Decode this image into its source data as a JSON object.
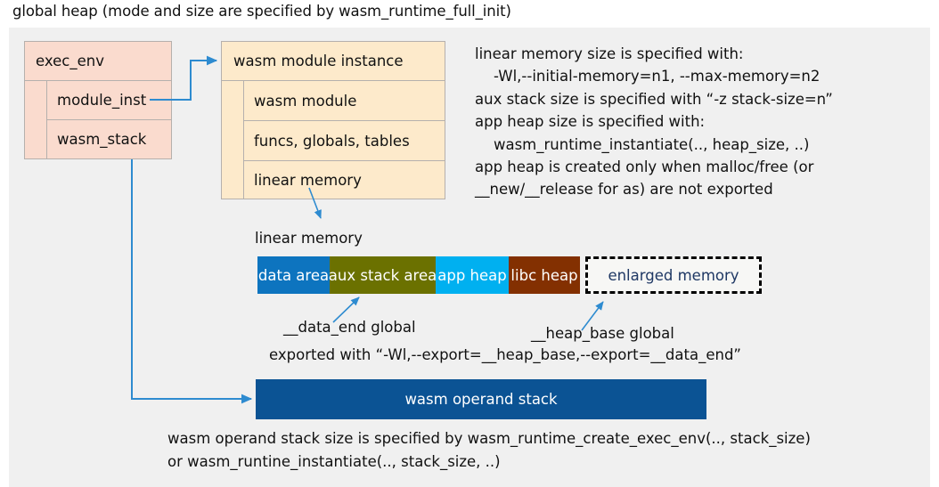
{
  "title": "global heap (mode and size are specified by wasm_runtime_full_init)",
  "colors": {
    "panel_bg": "#f0f0f0",
    "exec_env_fill": "#fadbce",
    "module_instance_fill": "#fdeacb",
    "data_area": "#0d74bf",
    "aux_stack_area": "#6b7100",
    "app_heap": "#00b0f0",
    "libc_heap": "#833001",
    "enlarged_memory_text": "#1f3864",
    "operand_stack": "#0b5394",
    "connector": "#2e8bd0"
  },
  "exec_env_box": {
    "header": "exec_env",
    "rows": [
      {
        "label": "module_inst"
      },
      {
        "label": "wasm_stack"
      }
    ]
  },
  "module_instance_box": {
    "header": "wasm module instance",
    "rows": [
      {
        "label": "wasm module"
      },
      {
        "label": "funcs, globals, tables"
      },
      {
        "label": "linear memory"
      }
    ]
  },
  "notes": {
    "right_block": "linear memory size is specified with:\n    -Wl,--initial-memory=n1, --max-memory=n2\naux stack size is specified with “-z stack-size=n”\napp heap size is specified with:\n    wasm_runtime_instantiate(.., heap_size, ..)\napp heap is created only when malloc/free (or\n__new/__release for as) are not exported",
    "bottom_block": "wasm operand stack size is specified by wasm_runtime_create_exec_env(.., stack_size)\nor wasm_runtine_instantiate(.., stack_size, ..)"
  },
  "linear_memory": {
    "label": "linear memory",
    "segments": [
      {
        "label": "data area",
        "color": "#0d74bf"
      },
      {
        "label": "aux stack area",
        "color": "#6b7100"
      },
      {
        "label": "app heap",
        "color": "#00b0f0"
      },
      {
        "label": "libc heap",
        "color": "#833001"
      },
      {
        "label": "enlarged memory",
        "color": "#f7f7f5",
        "dashed": true
      }
    ]
  },
  "annotations": {
    "data_end": "__data_end global",
    "heap_base": "__heap_base global",
    "exported": "exported with “-Wl,--export=__heap_base,--export=__data_end”"
  },
  "operand_stack": {
    "label": "wasm operand stack"
  }
}
